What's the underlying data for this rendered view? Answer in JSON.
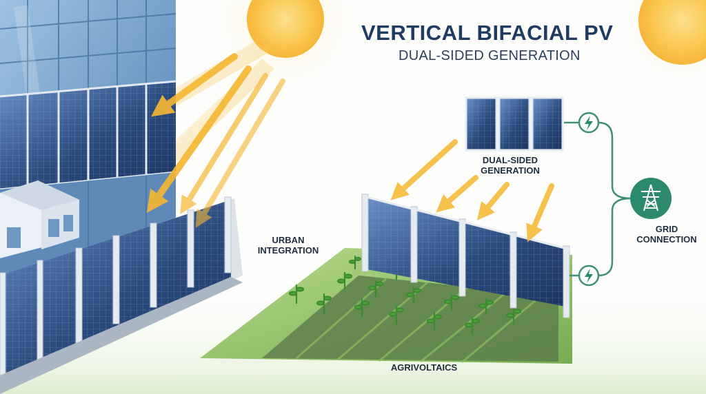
{
  "title": "VERTICAL BIFACIAL PV",
  "subtitle": "DUAL-SIDED GENERATION",
  "labels": {
    "dual_sided_line1": "DUAL-SIDED",
    "dual_sided_line2": "GENERATION",
    "grid_line1": "GRID",
    "grid_line2": "CONNECTION",
    "urban_line1": "URBAN",
    "urban_line2": "INTEGRATION",
    "agrivoltaics": "AGRIVOLTAICS"
  },
  "icons": [
    "sun-icon",
    "sun-icon",
    "lightning-bolt-icon",
    "lightning-bolt-icon",
    "transmission-tower-icon"
  ],
  "colors": {
    "sun": "#f8c64a",
    "sun_ray": "#f6b731",
    "panel_dark": "#223a66",
    "panel_light": "#5f84c0",
    "frame": "#dfe4ea",
    "grid_line": "#3f8f73",
    "grid_node": "#1f8a6d",
    "field_green": "#8fbf62",
    "field_dark": "#4a6b3e",
    "plant": "#3c8c2f",
    "building_glass": "#7fa7cf",
    "title": "#1f3a63"
  }
}
